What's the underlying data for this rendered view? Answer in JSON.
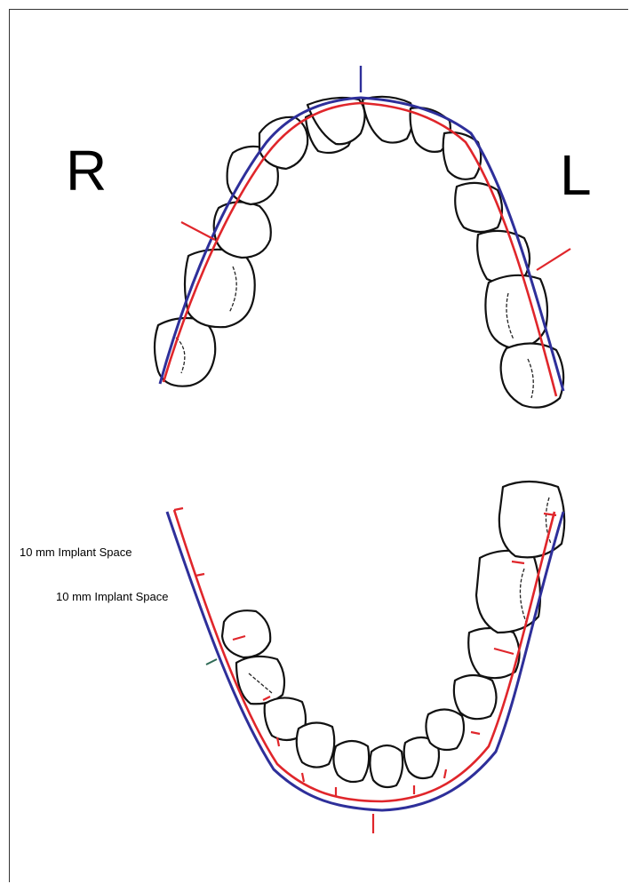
{
  "labels": {
    "right": "R",
    "left": "L"
  },
  "annotations": [
    "10 mm Implant Space",
    "10 mm Implant Space"
  ],
  "colors": {
    "blue_line": "#2e2f9a",
    "red_line": "#e0262b",
    "tooth_outline": "#111111"
  }
}
